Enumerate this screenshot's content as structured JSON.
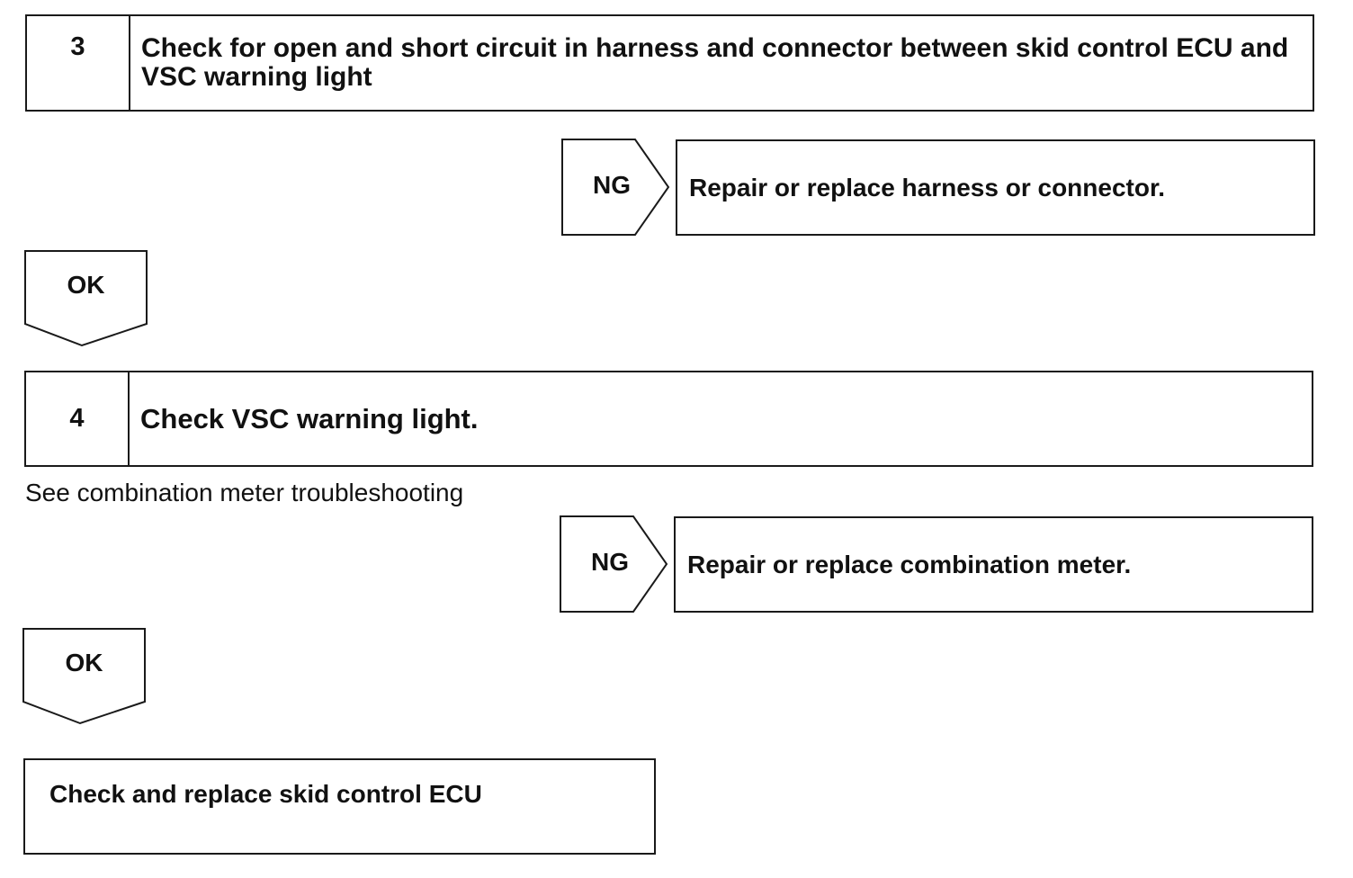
{
  "step3": {
    "number": "3",
    "text": "Check for open and short circuit in harness and connector between skid control ECU and VSC warning light"
  },
  "ng1": {
    "label": "NG",
    "action": "Repair or replace harness or connector."
  },
  "ok1": {
    "label": "OK"
  },
  "step4": {
    "number": "4",
    "text": "Check VSC warning light."
  },
  "note": "See combination meter troubleshooting",
  "ng2": {
    "label": "NG",
    "action": "Repair or replace combination meter."
  },
  "ok2": {
    "label": "OK"
  },
  "final": {
    "text": "Check and replace skid control ECU"
  },
  "colors": {
    "stroke": "#1a1a1a",
    "background": "#ffffff",
    "text": "#111111"
  }
}
